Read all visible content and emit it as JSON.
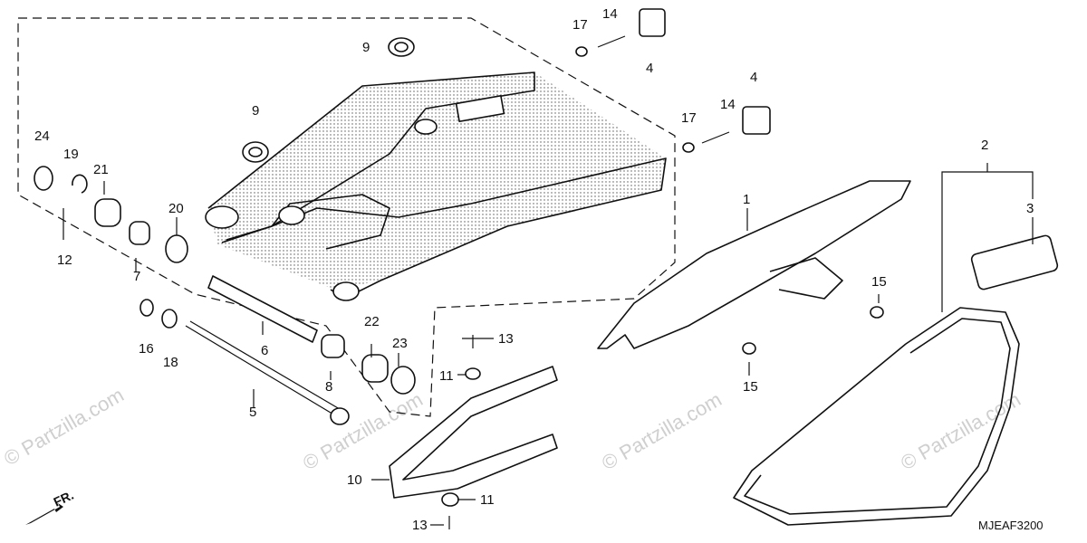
{
  "diagram_code": "MJEAF3200",
  "front_indicator": "FR.",
  "watermark": "© Partzilla.com",
  "callouts": [
    "1",
    "2",
    "3",
    "4",
    "4",
    "5",
    "6",
    "7",
    "8",
    "9",
    "9",
    "10",
    "11",
    "11",
    "12",
    "13",
    "13",
    "14",
    "14",
    "15",
    "15",
    "16",
    "17",
    "17",
    "18",
    "19",
    "20",
    "21",
    "22",
    "23",
    "24"
  ]
}
